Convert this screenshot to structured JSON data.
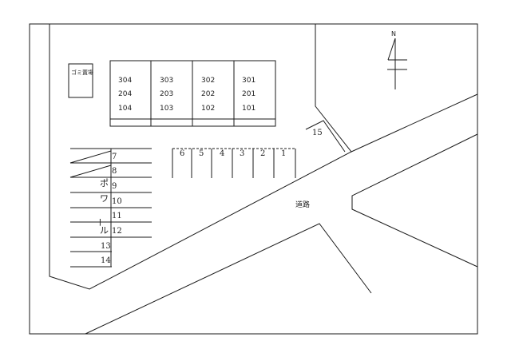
{
  "garbage_label": "ゴミ置場",
  "units": {
    "col1": [
      "304",
      "204",
      "104"
    ],
    "col2": [
      "303",
      "203",
      "103"
    ],
    "col3": [
      "302",
      "202",
      "102"
    ],
    "col4": [
      "301",
      "201",
      "101"
    ]
  },
  "parking_top": [
    "6",
    "5",
    "4",
    "3",
    "2",
    "1"
  ],
  "parking_left": [
    "7",
    "8",
    "9",
    "10",
    "11",
    "12",
    "13",
    "14"
  ],
  "vertical_text": [
    "ポ",
    "ワ",
    "ー",
    "ル"
  ],
  "spot_15": "15",
  "road_label": "道路",
  "north_label": "N"
}
